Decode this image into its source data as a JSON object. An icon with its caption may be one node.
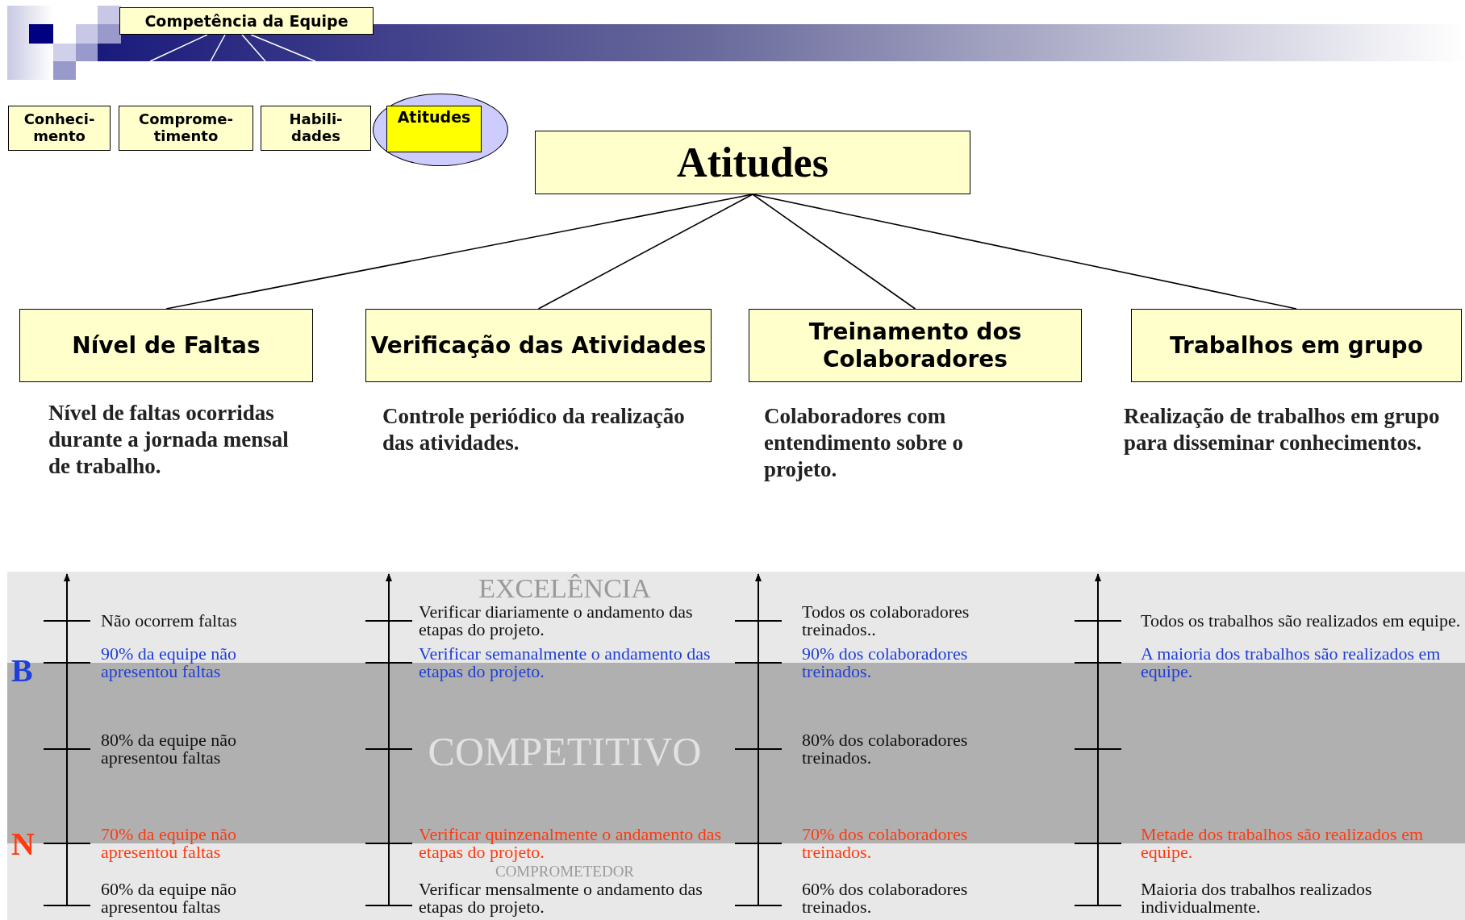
{
  "diagram": {
    "nodes": [
      {
        "text": [
          "Competência da Equipe"
        ]
      },
      {
        "text": [
          "Conheci- mento"
        ]
      },
      {
        "text": [
          "Comprome- timento"
        ]
      },
      {
        "text": [
          "Habili- dades"
        ]
      },
      {
        "text": [],
        "shape": "ellipse"
      },
      {
        "text": [
          "Atitudes"
        ],
        "in": 4
      },
      {
        "text": [
          "Atitudes"
        ]
      },
      {
        "text": [
          "Nível de Faltas"
        ],
        "beside": [
          "Nível de faltas ocorridas durante a jornada mensal de trabalho."
        ]
      },
      {
        "text": [
          "Verificação das Atividades"
        ],
        "beside": [
          "Controle periódico da realização das atividades."
        ]
      },
      {
        "text": [
          "Treinamento dos Colaboradores"
        ],
        "beside": [
          "Colaboradores com entendimento sobre o projeto."
        ]
      },
      {
        "text": [
          "Trabalhos em grupo"
        ],
        "beside": [
          "Realização de trabalhos em grupo para disseminar conhecimentos."
        ]
      }
    ],
    "edges": [
      {
        "from": 6,
        "to": 7,
        "arrow": "none"
      },
      {
        "from": 6,
        "to": 8,
        "arrow": "none"
      },
      {
        "from": 6,
        "to": 9,
        "arrow": "none"
      },
      {
        "from": 6,
        "to": 10,
        "arrow": "none"
      }
    ],
    "labels": [
      "EXCELÊNCIA",
      "COMPETITIVO",
      "COMPROMETEDOR",
      "B",
      "N",
      "Não ocorrem faltas",
      "90% da equipe não apresentou faltas",
      "80% da equipe não apresentou faltas",
      "70% da equipe não apresentou faltas",
      "60% da equipe não apresentou faltas",
      "Verificar diariamente o andamento das etapas do projeto.",
      "Verificar semanalmente o andamento das etapas do projeto.",
      "Verificar quinzenalmente o andamento das etapas do projeto.",
      "Verificar mensalmente o andamento das etapas do projeto.",
      "Todos os colaboradores treinados..",
      "90% dos colaboradores treinados.",
      "80% dos colaboradores treinados.",
      "70% dos colaboradores treinados.",
      "60% dos colaboradores treinados.",
      "Todos os trabalhos são realizados em equipe.",
      "A maioria dos trabalhos são realizados em equipe.",
      "Metade dos trabalhos são realizados em equipe.",
      "Maioria dos trabalhos realizados individualmente."
    ]
  }
}
